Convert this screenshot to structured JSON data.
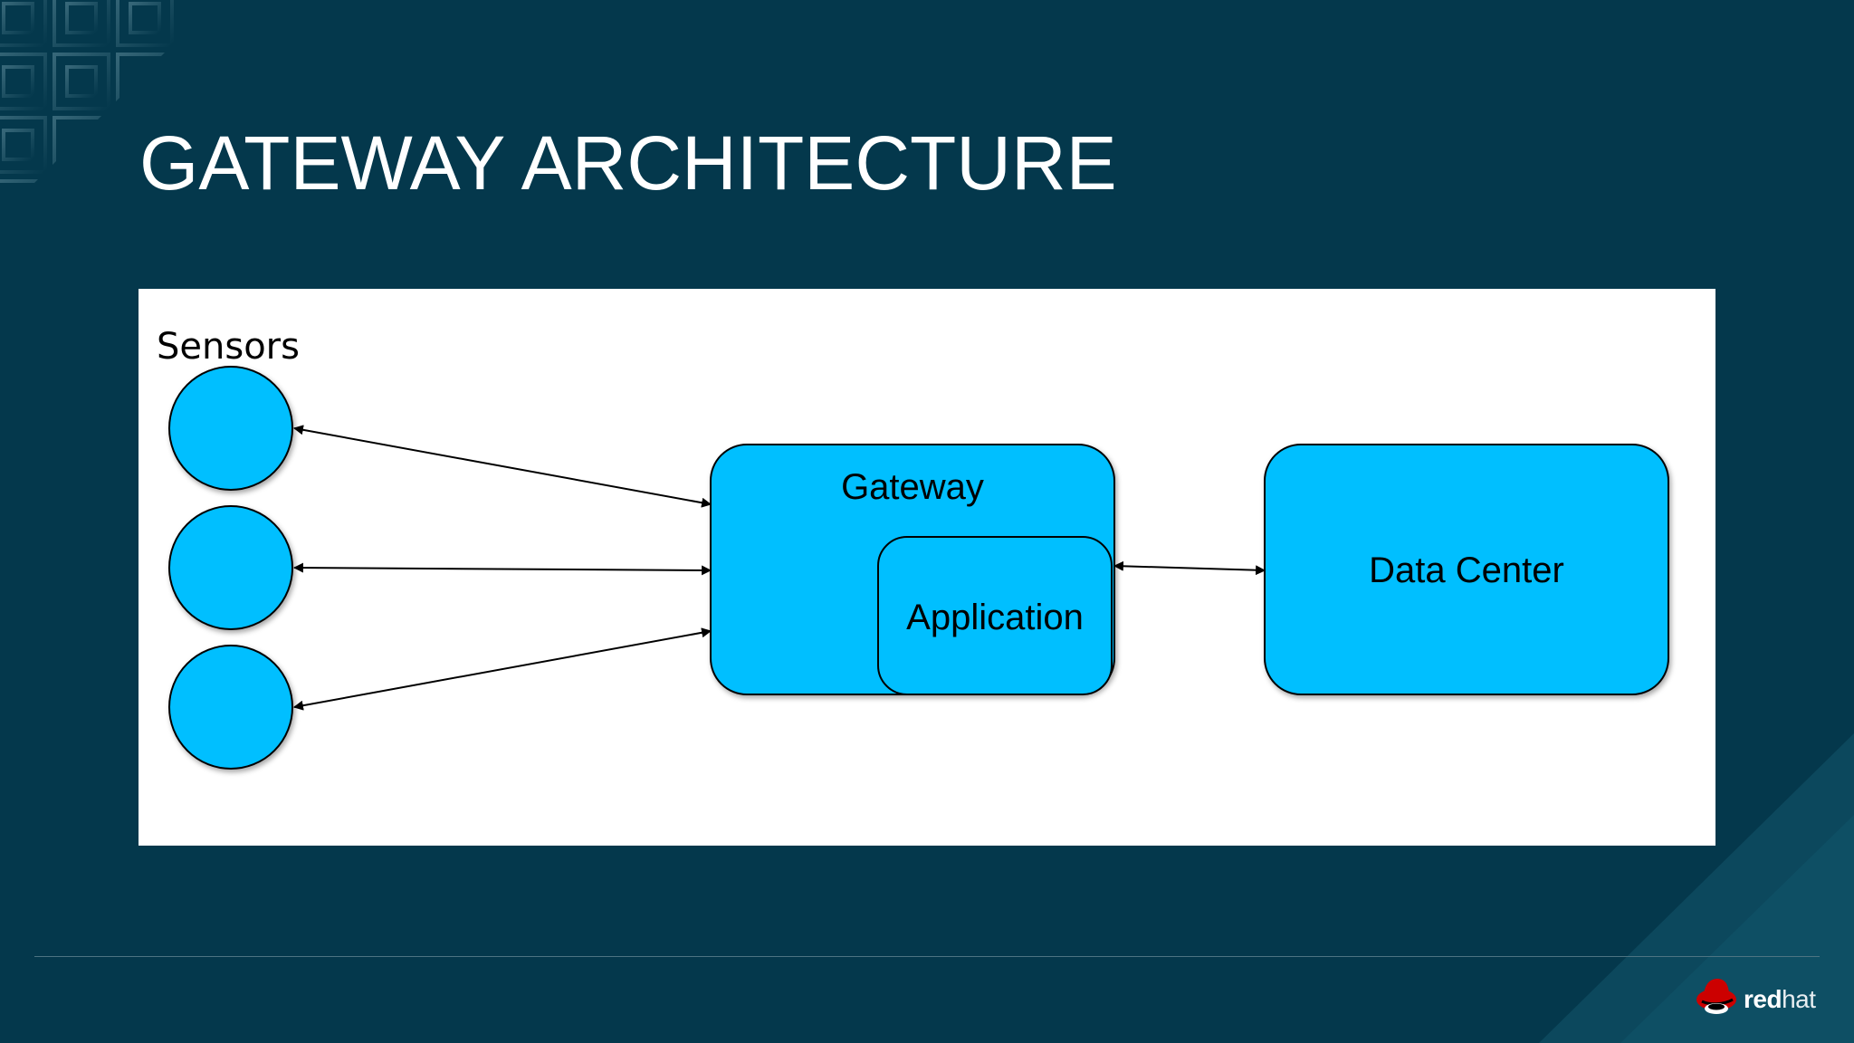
{
  "slide": {
    "title": "GATEWAY ARCHITECTURE"
  },
  "diagram": {
    "sensors_label": "Sensors",
    "sensor_count": 3,
    "gateway_label": "Gateway",
    "application_label": "Application",
    "datacenter_label": "Data Center",
    "colors": {
      "node_fill": "#00bfff",
      "stroke": "#000000",
      "panel": "#ffffff"
    }
  },
  "brand": {
    "logo_bold": "red",
    "logo_light": "hat",
    "logo_icon": "redhat-shadowman-icon",
    "logo_color": "#cc0000",
    "background": "#04384c"
  }
}
